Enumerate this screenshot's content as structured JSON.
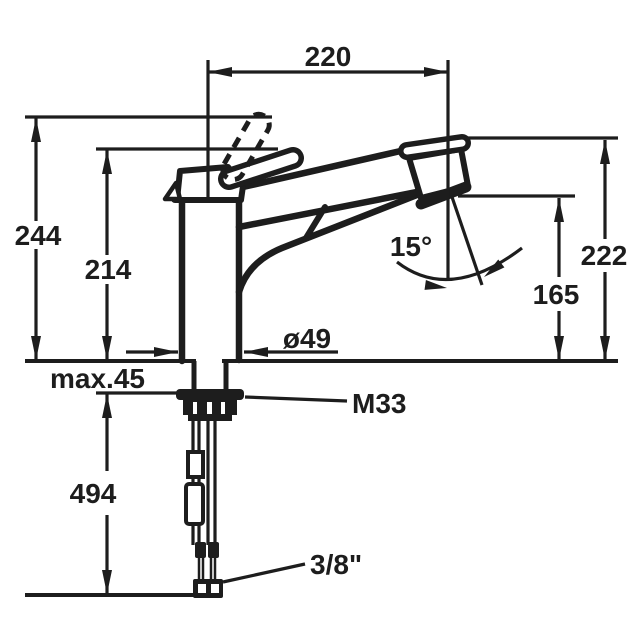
{
  "drawing": {
    "kind": "faucet-dimension-drawing",
    "colors": {
      "ink": "#1d1d1d",
      "background": "#ffffff"
    },
    "dimensions": {
      "spout_reach": "220",
      "overall_height": "244",
      "handle_height": "214",
      "outlet_max_height": "222",
      "outlet_height": "165",
      "swivel_angle": "15°",
      "base_diameter": "ø49",
      "max_counter_thickness": "max.45",
      "thread_size": "M33",
      "under_counter_length": "494",
      "hose_connection": "3/8\""
    }
  }
}
